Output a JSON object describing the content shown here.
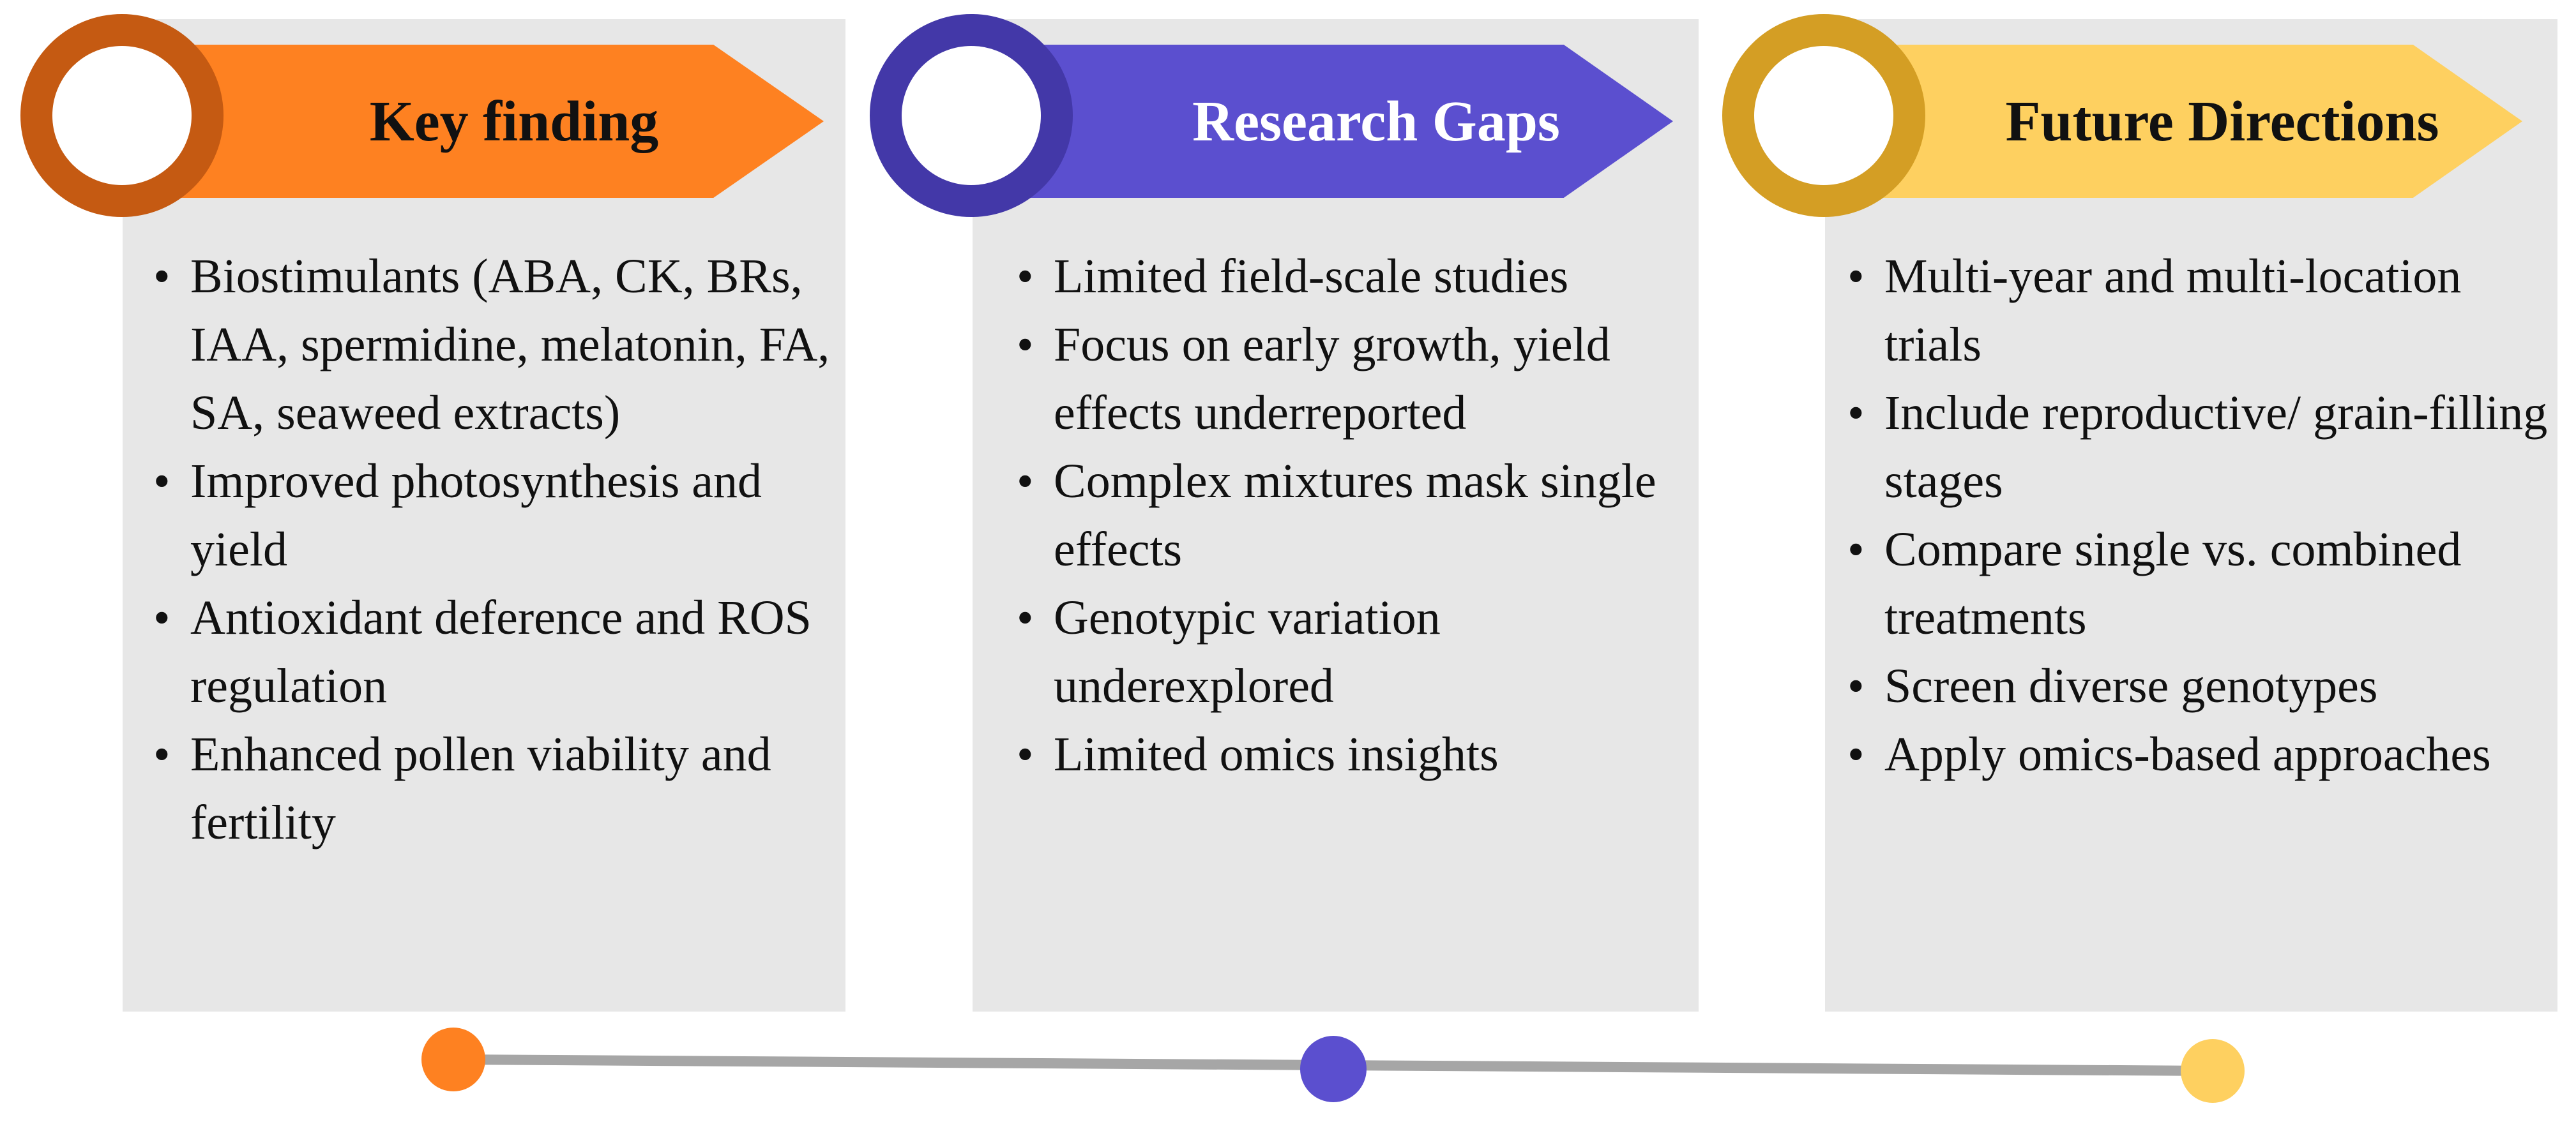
{
  "colors": {
    "panel_bg": "#e7e7e7",
    "orange": "#fe8121",
    "orange_ring": "#c55a12",
    "purple": "#5b4fcf",
    "purple_ring": "#4338a8",
    "yellow": "#fed060",
    "yellow_ring": "#d49e24",
    "timeline_line": "#a6a6a6"
  },
  "columns": [
    {
      "title": "Key finding",
      "items": [
        "Biostimulants (ABA, CK, BRs, IAA, spermidine, melatonin,  FA, SA, seaweed extracts)",
        "Improved photosynthesis and yield",
        "Antioxidant deference and ROS regulation",
        "Enhanced pollen viability and fertility"
      ]
    },
    {
      "title": "Research Gaps",
      "items": [
        "Limited field-scale studies",
        "Focus on early growth, yield effects underreported",
        "Complex mixtures mask single effects",
        "Genotypic variation underexplored",
        "Limited omics insights"
      ]
    },
    {
      "title": "Future Directions",
      "items": [
        "Multi-year and multi-location trials",
        " Include reproductive/ grain-filling stages",
        "Compare single vs. combined treatments",
        "Screen diverse genotypes",
        "Apply omics-based approaches"
      ]
    }
  ]
}
